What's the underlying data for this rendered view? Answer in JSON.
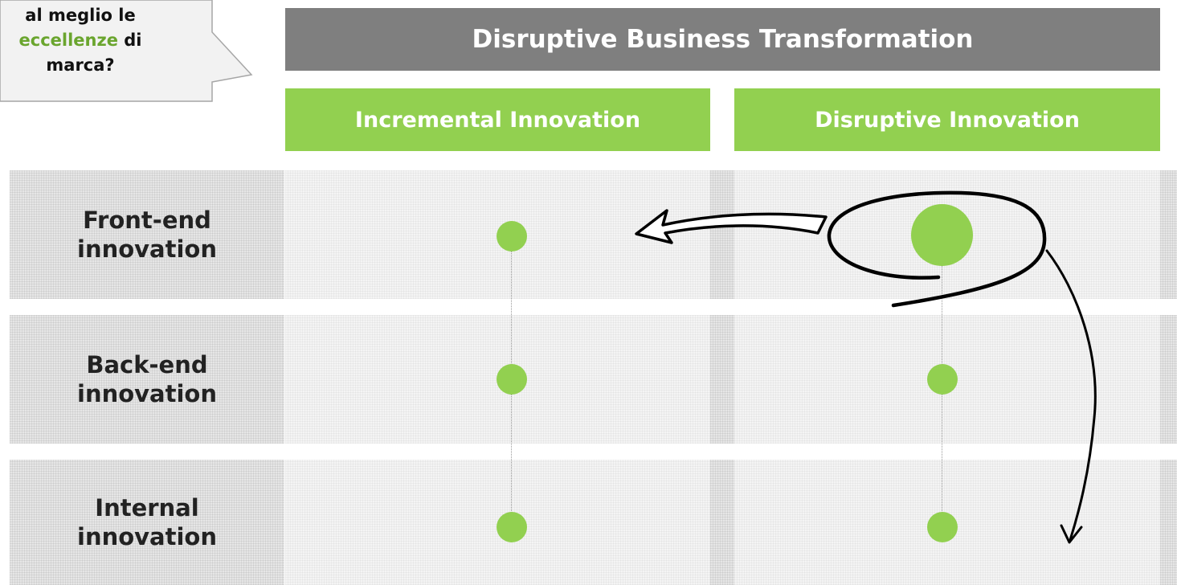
{
  "callout": {
    "line1": "al meglio le",
    "line2_highlight": "eccellenze",
    "line2_rest": "di",
    "line3": "marca?",
    "highlight_color": "#6aa52e"
  },
  "header": {
    "title": "Disruptive Business Transformation",
    "columns": [
      "Incremental Innovation",
      "Disruptive Innovation"
    ]
  },
  "rows": [
    {
      "label_line1": "Front-end",
      "label_line2": "innovation"
    },
    {
      "label_line1": "Back-end",
      "label_line2": "innovation"
    },
    {
      "label_line1": "Internal",
      "label_line2": "innovation"
    }
  ],
  "colors": {
    "header_grey": "#7f7f7f",
    "header_green": "#92d050",
    "dot_green": "#92d050"
  }
}
